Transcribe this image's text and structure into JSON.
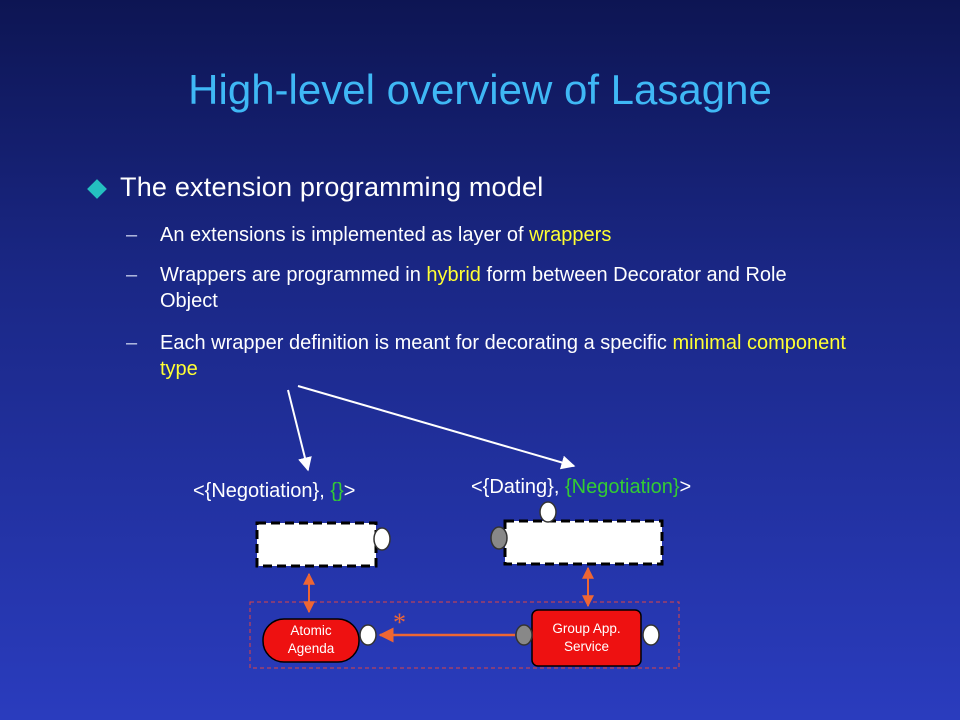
{
  "slide": {
    "title": "High-level overview of Lasagne",
    "bullet": "The extension programming model",
    "sub_items": [
      {
        "before": "An extensions is implemented as layer of ",
        "highlight": "wrappers",
        "after": ""
      },
      {
        "before": "Wrappers are programmed in ",
        "highlight": "hybrid",
        "after": " form between Decorator and Role Object"
      },
      {
        "before": "Each wrapper definition is meant for decorating a specific ",
        "highlight": "minimal component type",
        "after": ""
      }
    ]
  },
  "diagram": {
    "left_label": {
      "prefix": "<{Negotiation}, ",
      "green": "{}",
      "suffix": ">"
    },
    "right_label": {
      "prefix": "<{Dating}, ",
      "green": "{Negotiation}",
      "suffix": ">"
    },
    "atomic_agenda": [
      "Atomic",
      "Agenda"
    ],
    "group_service": [
      "Group App.",
      "Service"
    ],
    "multiplicity": "*"
  },
  "colors": {
    "title": "#3fb8f5",
    "highlight": "#ffff33",
    "green_label": "#33cc33",
    "node_fill": "#ee1111",
    "arrow": "#ee6633",
    "bullet": "#24c0c0"
  }
}
